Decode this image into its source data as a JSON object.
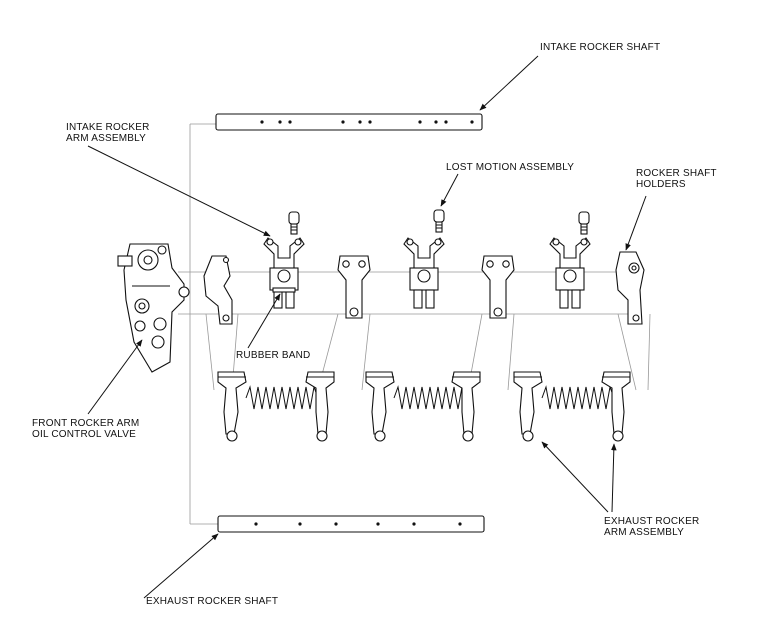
{
  "labels": {
    "intake_rocker_shaft": "INTAKE ROCKER SHAFT",
    "intake_rocker_arm_assembly_1": "INTAKE ROCKER",
    "intake_rocker_arm_assembly_2": "ARM ASSEMBLY",
    "lost_motion_assembly": "LOST MOTION ASSEMBLY",
    "rocker_shaft_holders_1": "ROCKER SHAFT",
    "rocker_shaft_holders_2": "HOLDERS",
    "rubber_band": "RUBBER BAND",
    "front_oil_control_valve_1": "FRONT ROCKER ARM",
    "front_oil_control_valve_2": "OIL CONTROL VALVE",
    "exhaust_rocker_arm_assembly_1": "EXHAUST ROCKER",
    "exhaust_rocker_arm_assembly_2": "ARM ASSEMBLY",
    "exhaust_rocker_shaft": "EXHAUST ROCKER SHAFT"
  }
}
